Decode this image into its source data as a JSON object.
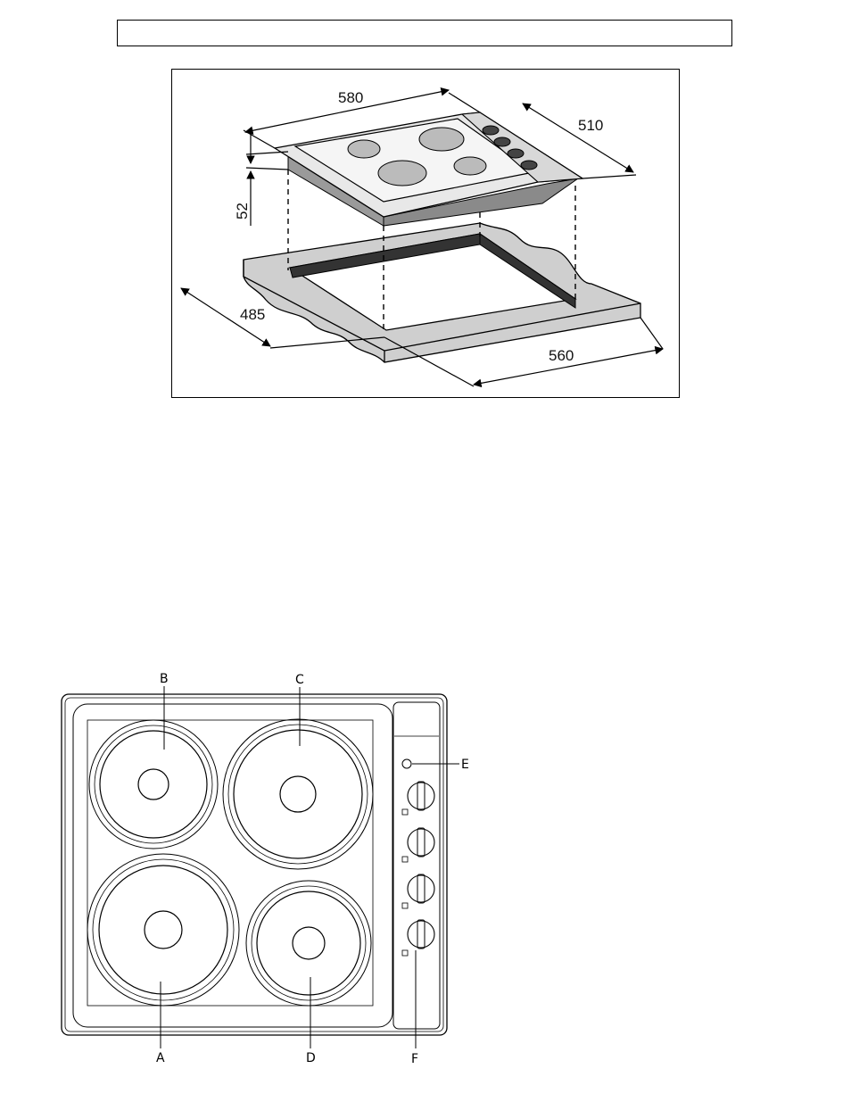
{
  "header": {
    "text": ""
  },
  "installation_diagram": {
    "dimensions": {
      "width_top": "580",
      "depth_top": "510",
      "height": "52",
      "cutout_depth": "485",
      "cutout_width": "560"
    }
  },
  "hob_diagram": {
    "labels": {
      "a": "A",
      "b": "B",
      "c": "C",
      "d": "D",
      "e": "E",
      "f": "F"
    }
  },
  "colors": {
    "surface": "#cfcfcf",
    "edge": "#8a8a8a",
    "cutout_rim": "#333333",
    "line": "#000000"
  }
}
